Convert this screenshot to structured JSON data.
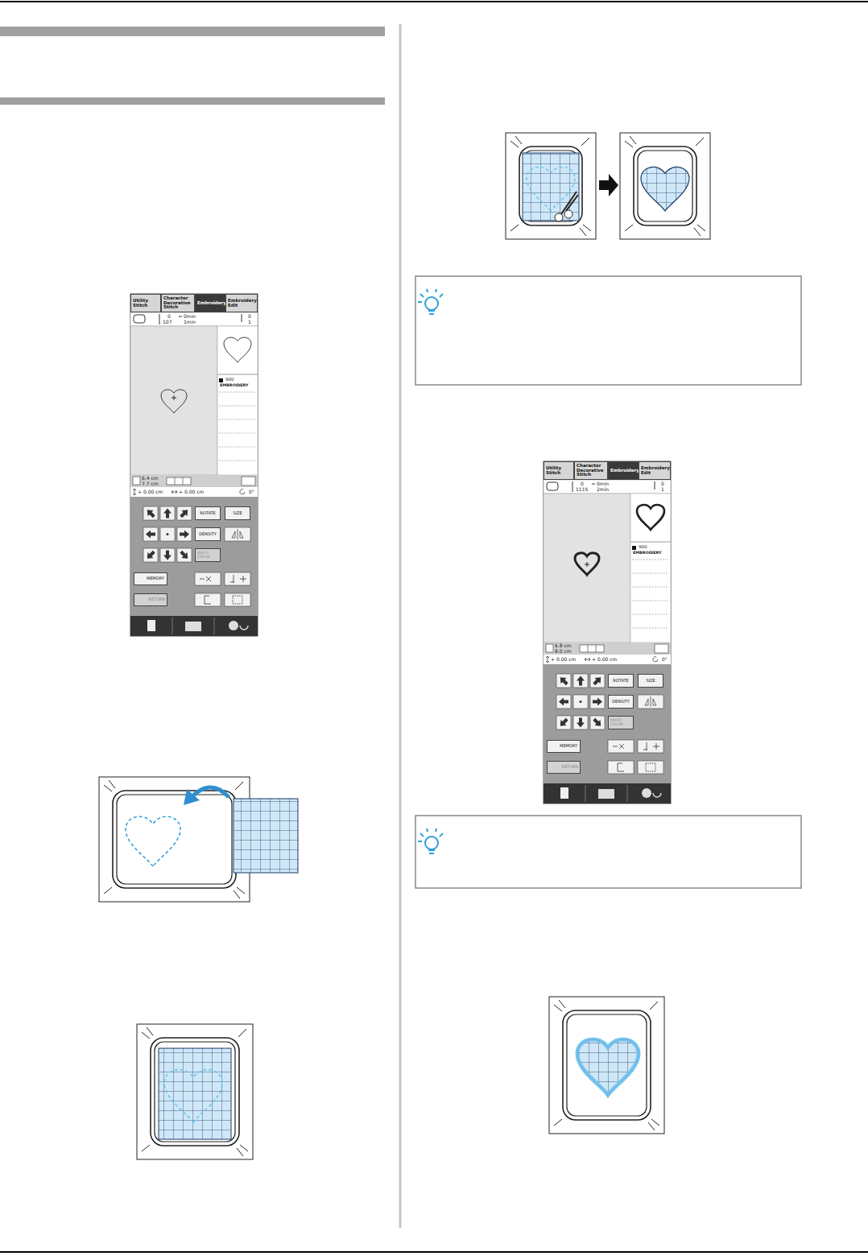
{
  "diagram": {
    "nodes": [
      {
        "text": [
          "Utility Stitch"
        ]
      },
      {
        "text": [
          "Character Decorative Stitch"
        ]
      },
      {
        "text": [
          "Embroidery"
        ]
      },
      {
        "text": [
          "Embroidery Edit"
        ]
      },
      {
        "text": [
          "ROTATE"
        ]
      },
      {
        "text": [
          "SIZE"
        ]
      },
      {
        "text": [
          "DENSITY"
        ]
      },
      {
        "text": [
          "MULTI COLOR"
        ]
      },
      {
        "text": [
          "MEMORY"
        ]
      },
      {
        "text": [
          "RETURN"
        ]
      },
      {
        "text": [
          "Utility Stitch"
        ]
      },
      {
        "text": [
          "Character Decorative Stitch"
        ]
      },
      {
        "text": [
          "Embroidery"
        ]
      },
      {
        "text": [
          "Embroidery Edit"
        ]
      },
      {
        "text": [
          "ROTATE"
        ]
      },
      {
        "text": [
          "SIZE"
        ]
      },
      {
        "text": [
          "DENSITY"
        ]
      },
      {
        "text": [
          "MULTI COLOR"
        ]
      },
      {
        "text": [
          "MEMORY"
        ]
      },
      {
        "text": [
          "RETURN"
        ]
      }
    ],
    "labels": [
      "0",
      "107",
      "0min",
      "1min",
      "0",
      "1",
      "900",
      "EMBROIDERY",
      "6.4 cm",
      "7.7 cm",
      "+ 0.00 cm",
      "+ 0.00 cm",
      "0°",
      "0",
      "1115",
      "0min",
      "2min",
      "0",
      "1",
      "900",
      "EMBROIDERY",
      "6.8 cm",
      "8.0 cm",
      "+ 0.00 cm",
      "+ 0.00 cm",
      "0°"
    ]
  }
}
